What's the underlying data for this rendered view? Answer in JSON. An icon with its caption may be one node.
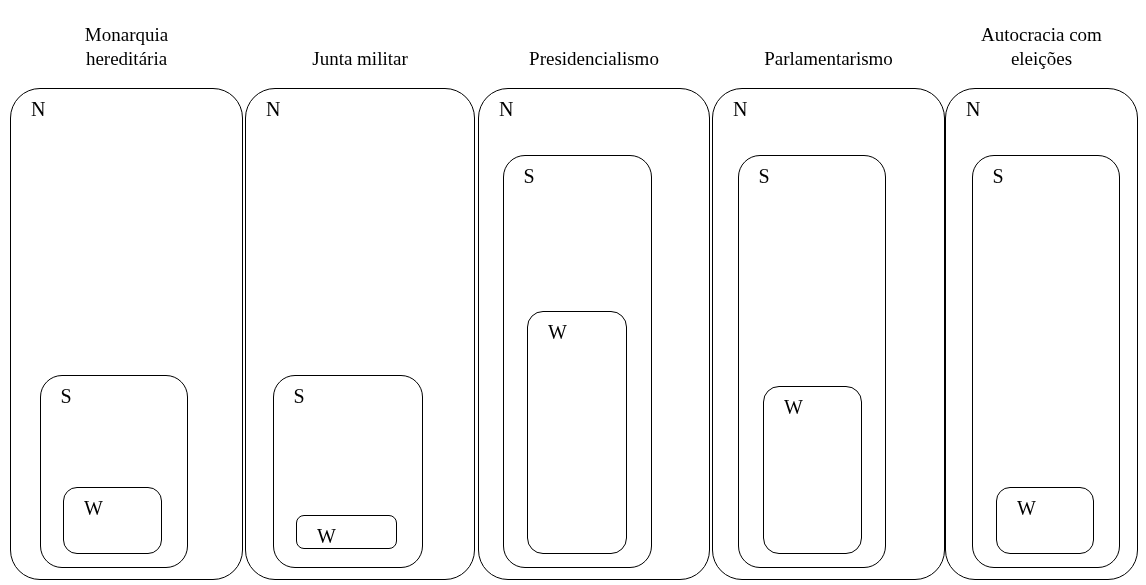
{
  "diagram": {
    "nodes": [
      {
        "text": [
          "Monarquia hereditária",
          "N"
        ]
      },
      {
        "text": [
          "S"
        ],
        "in": 0
      },
      {
        "text": [
          "W"
        ],
        "in": 1
      },
      {
        "text": [
          "Junta militar",
          "N"
        ]
      },
      {
        "text": [
          "S"
        ],
        "in": 3
      },
      {
        "text": [
          "W"
        ],
        "in": 4
      },
      {
        "text": [
          "Presidencialismo",
          "N"
        ]
      },
      {
        "text": [
          "S"
        ],
        "in": 6
      },
      {
        "text": [
          "W"
        ],
        "in": 7
      },
      {
        "text": [
          "Parlamentarismo",
          "N"
        ]
      },
      {
        "text": [
          "S"
        ],
        "in": 9
      },
      {
        "text": [
          "W"
        ],
        "in": 10
      },
      {
        "text": [
          "Autocracia com eleições",
          "N"
        ]
      },
      {
        "text": [
          "S"
        ],
        "in": 12
      },
      {
        "text": [
          "W"
        ],
        "in": 13
      }
    ]
  }
}
